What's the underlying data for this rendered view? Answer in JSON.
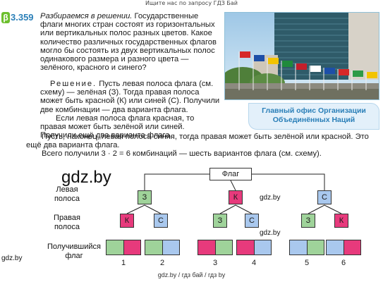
{
  "topbar": "Ищите нас по запросу ГДЗ Бай",
  "exercise": {
    "beta": "β",
    "number": "3.359"
  },
  "problem": {
    "title": "Разбираемся в решении.",
    "text": "Государственные флаги многих стран состоят из горизонтальных или вертикальных полос разных цветов. Какое количество различных государственных флагов могло бы состоять из двух вертикальных полос одинакового размера и разного цвета — зелёного, красного и синего?"
  },
  "solution": {
    "lead": "Решение.",
    "text": "Пусть левая полоса флага (см. схему) — зелёная (З). Тогда правая полоса может быть красной (К) или синей (С). Получили две комбинации — два варианта флага.",
    "p2": "Если левая полоса флага красная, то правая может быть зелёной или синей. Получили ещё два варианта флага.",
    "p3": "Пусть, наконец, левая полоса синяя, тогда правая может быть зелёной или красной. Это ещё два варианта флага.",
    "p4": "Всего получили 3 · 2 = 6 комбинаций — шесть вариантов флага (см. схему)."
  },
  "photo_caption": "Главный офис Организации Объединённых Наций",
  "watermarks": {
    "big": "gdz.by",
    "small1": "gdz.by",
    "small2": "gdz.by",
    "small3": "gdz.by"
  },
  "diagram": {
    "root": "Флаг",
    "row_labels": {
      "left": "Левая полоса",
      "right": "Правая полоса",
      "result": "Получившийся флаг"
    },
    "left_nodes": [
      "З",
      "К",
      "С"
    ],
    "right_nodes": [
      "К",
      "С",
      "З",
      "С",
      "З",
      "К"
    ],
    "results": [
      "1",
      "2",
      "3",
      "4",
      "5",
      "6"
    ]
  },
  "colors": {
    "green": "#9fd39a",
    "red": "#e73a7c",
    "blue": "#a9c8ee",
    "accent": "#2a7fb8"
  },
  "footer": "gdz.by / гдз бай / гдз by"
}
